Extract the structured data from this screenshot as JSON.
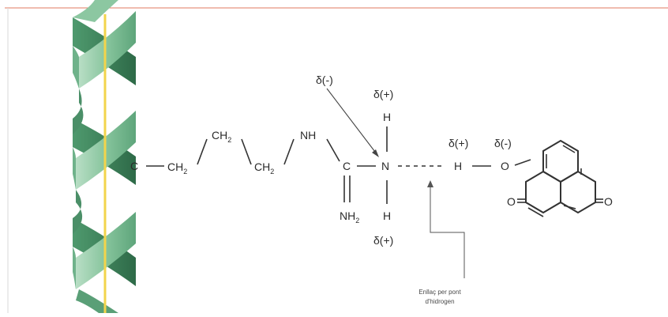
{
  "molecule": {
    "chain": {
      "c_alpha": "C",
      "ch2_1": "CH",
      "ch2_1_sub": "2",
      "ch2_2": "CH",
      "ch2_2_sub": "2",
      "ch2_3": "CH",
      "ch2_3_sub": "2",
      "nh": "NH",
      "c_guan": "C",
      "nh2": "NH",
      "nh2_sub": "2",
      "n": "N",
      "h_top": "H",
      "h_bottom": "H"
    },
    "partner": {
      "h": "H",
      "o": "O",
      "carbonyl_o_left": "O",
      "carbonyl_o_right": "O"
    },
    "charges": {
      "delta_minus_n": "δ(-)",
      "delta_plus_top": "δ(+)",
      "delta_plus_bottom": "δ(+)",
      "delta_plus_h": "δ(+)",
      "delta_minus_o": "δ(-)"
    },
    "annotation": {
      "line1": "Enllaç per pont",
      "line2": "d'hidrogen"
    }
  },
  "colors": {
    "border": "#e07a5f",
    "helix_light": "#9ccfae",
    "helix_dark": "#3c7d57",
    "axis": "#f2d44b"
  }
}
